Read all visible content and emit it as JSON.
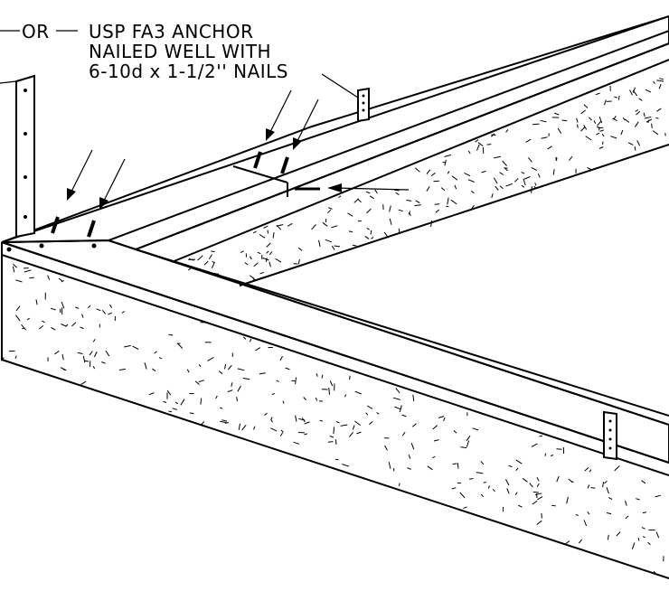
{
  "callout": {
    "or_text": "OR",
    "line1": "USP FA3 ANCHOR",
    "line2": "NAILED WELL WITH",
    "line3": "6-10d x 1-1/2'' NAILS"
  }
}
